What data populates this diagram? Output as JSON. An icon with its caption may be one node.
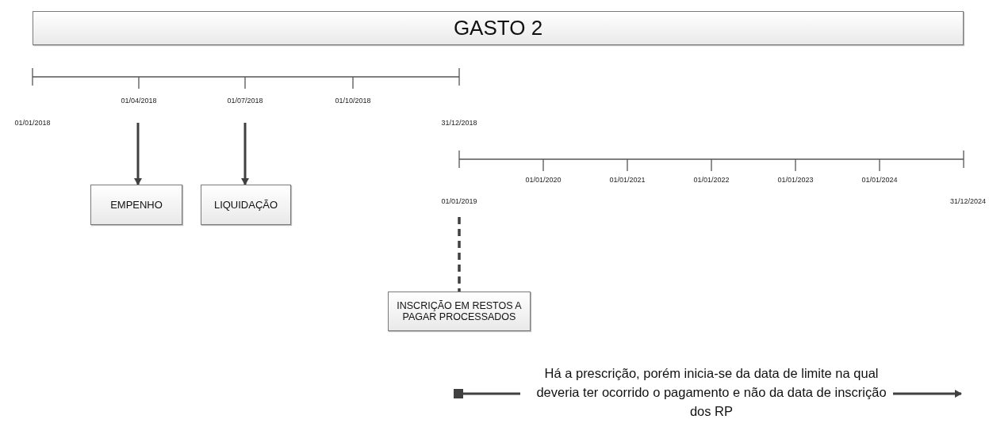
{
  "diagram": {
    "nodes": [
      {
        "text": [
          "GASTO 2"
        ]
      },
      {
        "text": [
          "EMPENHO"
        ]
      },
      {
        "text": [
          "LIQUIDAÇÃO"
        ]
      },
      {
        "text": [
          "INSCRIÇÃO EM RESTOS A PAGAR PROCESSADOS"
        ]
      },
      {
        "text": [
          "Há a prescrição, porém inicia-se da data de limite na qual deveria ter ocorrido o pagamento e não da data de inscrição dos RP"
        ]
      }
    ],
    "edges": [
      {
        "from": null,
        "to": 1,
        "arrow": "to"
      },
      {
        "from": null,
        "to": 2,
        "arrow": "to"
      },
      {
        "from": null,
        "to": 3,
        "arrow": "none",
        "style": "dashed"
      },
      {
        "from": 4,
        "to": null,
        "arrow": "to"
      },
      {
        "from": 4,
        "to": null,
        "arrow": "other"
      }
    ],
    "labels": [
      "01/04/2018",
      "01/07/2018",
      "01/10/2018",
      "01/01/2018",
      "31/12/2018",
      "01/01/2020",
      "01/01/2021",
      "01/01/2022",
      "01/01/2023",
      "01/01/2024",
      "01/01/2019",
      "31/12/2024"
    ]
  }
}
